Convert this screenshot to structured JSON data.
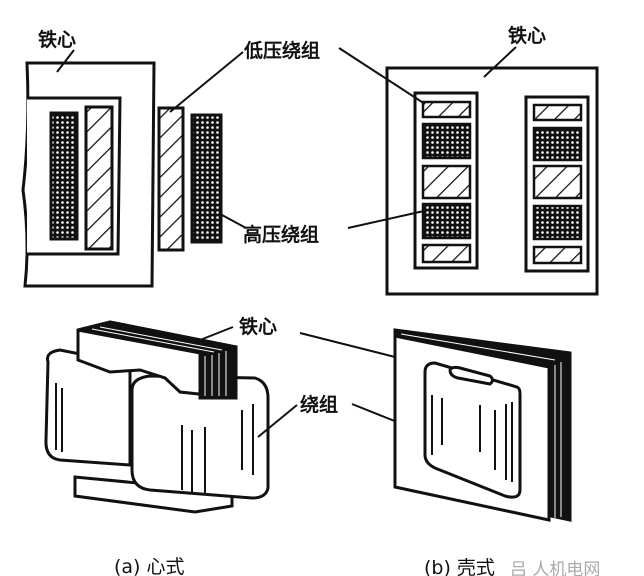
{
  "diagram": {
    "title": "Transformer core types",
    "labels": {
      "core_top_left": "铁心",
      "low_voltage_winding": "低压绕组",
      "high_voltage_winding": "高压绕组",
      "core_top_right": "铁心",
      "core_bottom": "铁心",
      "winding_bottom": "绕组"
    },
    "captions": {
      "a": "(a) 心式",
      "b": "(b) 壳式"
    },
    "watermark": "吕 人机电网",
    "colors": {
      "ink": "#111111",
      "background": "#ffffff"
    }
  }
}
